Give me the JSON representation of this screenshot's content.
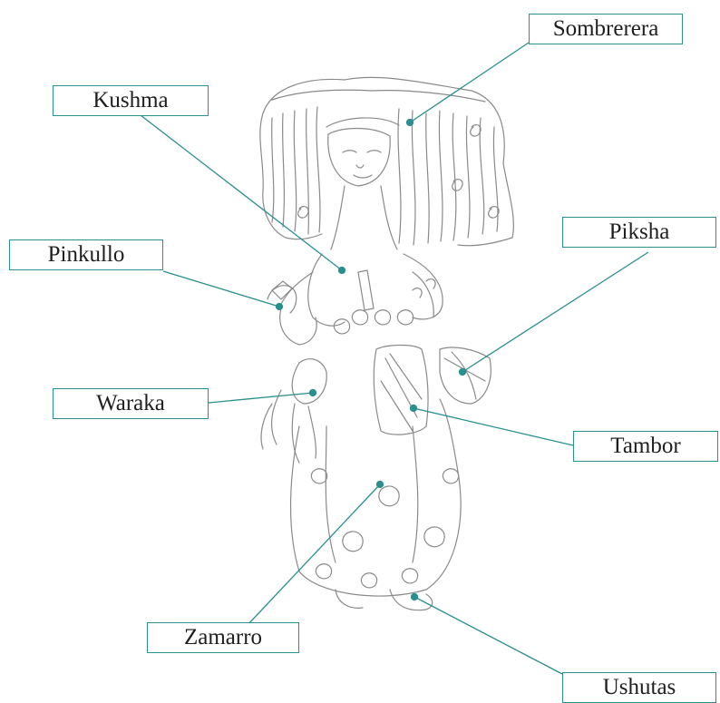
{
  "labels": {
    "sombrerera": "Sombrerera",
    "kushma": "Kushma",
    "pinkullo": "Pinkullo",
    "piksha": "Piksha",
    "waraka": "Waraka",
    "tambor": "Tambor",
    "zamarro": "Zamarro",
    "ushutas": "Ushutas"
  },
  "colors": {
    "accent": "#2a8f8f",
    "sketch": "#8a8a8a"
  }
}
